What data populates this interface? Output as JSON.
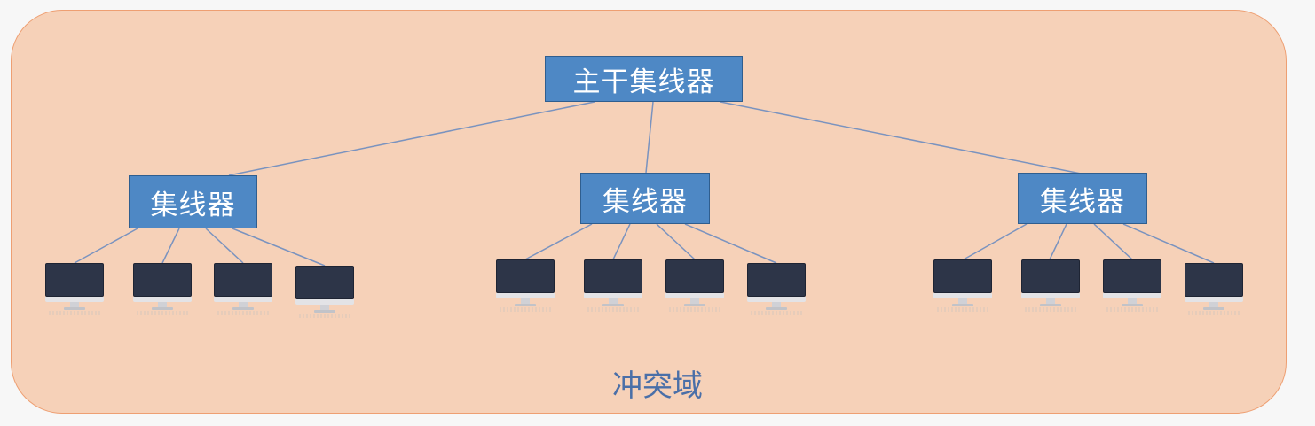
{
  "diagram": {
    "backbone_hub": {
      "label": "主干集线器"
    },
    "hubs": [
      {
        "label": "集线器",
        "computers": 4
      },
      {
        "label": "集线器",
        "computers": 4
      },
      {
        "label": "集线器",
        "computers": 4
      }
    ],
    "domain_label": "冲突域",
    "colors": {
      "domain_fill": "#f6d1b8",
      "domain_border": "#ee9f72",
      "hub_fill": "#4e88c5",
      "link": "#7a93bf",
      "label_text": "#4a6fa8"
    }
  }
}
